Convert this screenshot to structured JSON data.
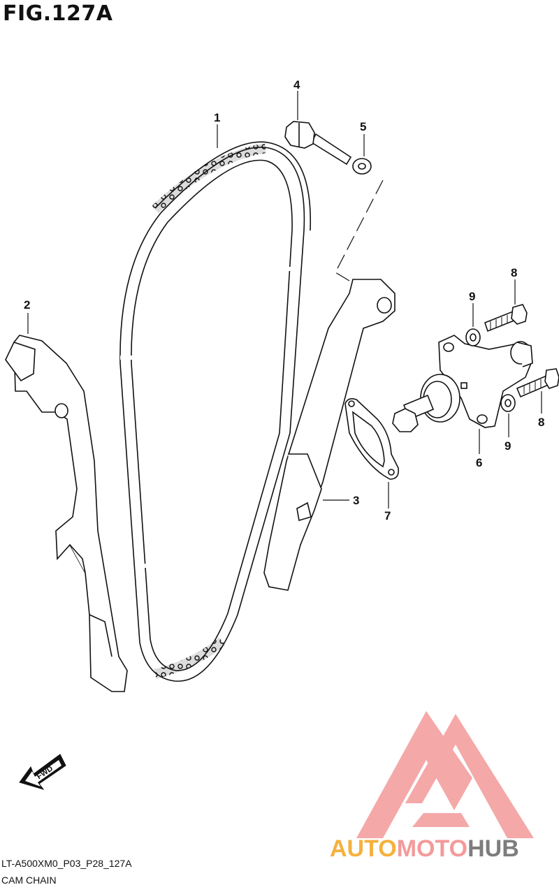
{
  "figure": {
    "title": "FIG.127A"
  },
  "callouts": [
    {
      "id": "1"
    },
    {
      "id": "2"
    },
    {
      "id": "3"
    },
    {
      "id": "4"
    },
    {
      "id": "5"
    },
    {
      "id": "6"
    },
    {
      "id": "7"
    },
    {
      "id": "8a",
      "label": "8"
    },
    {
      "id": "8b",
      "label": "8"
    },
    {
      "id": "9a",
      "label": "9"
    },
    {
      "id": "9b",
      "label": "9"
    }
  ],
  "labels": {
    "c1": "1",
    "c2": "2",
    "c3": "3",
    "c4": "4",
    "c5": "5",
    "c6": "6",
    "c7": "7",
    "c8a": "8",
    "c8b": "8",
    "c9a": "9",
    "c9b": "9"
  },
  "fwd": {
    "label": "FWD"
  },
  "footer": {
    "code": "LT-A500XM0_P03_P28_127A",
    "caption": "CAM CHAIN"
  },
  "watermark": {
    "part1": "AUTO",
    "part2": "MOTO",
    "part3": "HUB"
  },
  "colors": {
    "watermark_pink": "#f39a9a",
    "watermark_orange": "#f5b13d",
    "watermark_grey": "#7d7d7d",
    "line": "#111111"
  }
}
